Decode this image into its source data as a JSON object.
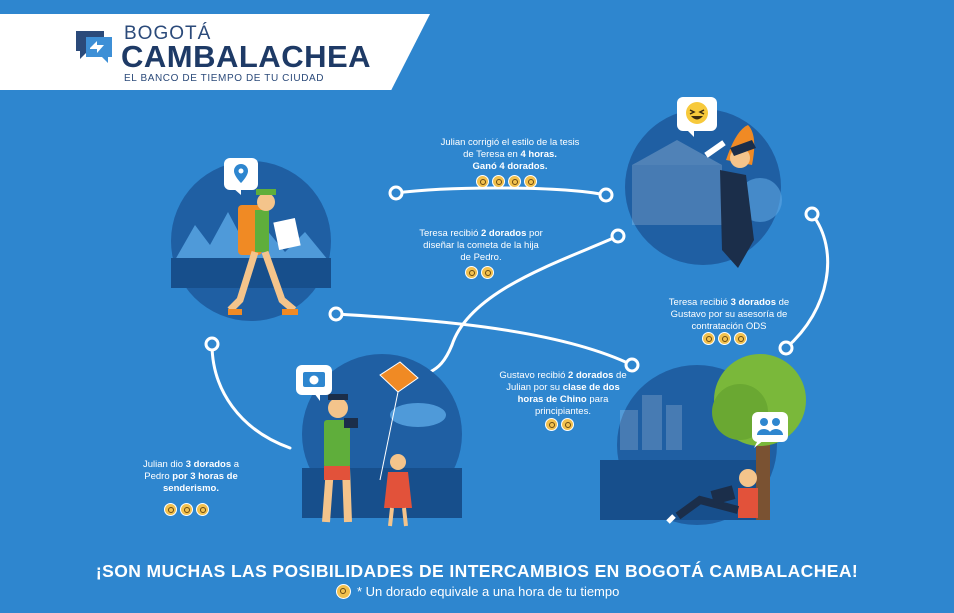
{
  "header": {
    "top": "BOGOTÁ",
    "main": "CAMBALACHEA",
    "sub": "EL BANCO DE TIEMPO DE TU CIUDAD"
  },
  "captions": {
    "c1": {
      "pre": "Julian corrigió el estilo de la tesis de Teresa en ",
      "bold1": "4 horas.",
      "bold2": "Ganó 4 dorados.",
      "coins": 4
    },
    "c2": {
      "pre": "Teresa recibió ",
      "bold1": "2 dorados",
      "post": " por diseñar la cometa de la hija de Pedro.",
      "coins": 2
    },
    "c3": {
      "pre": "Teresa recibió ",
      "bold1": "3 dorados",
      "post": " de Gustavo por su asesoría de contratación ODS",
      "coins": 3
    },
    "c4": {
      "pre": "Gustavo recibió ",
      "bold1": "2 dorados",
      "mid": " de Julian por su ",
      "bold2": "clase de dos horas de Chino",
      "post": " para principiantes.",
      "coins": 2
    },
    "c5": {
      "pre": "Julian dio ",
      "bold1": "3 dorados",
      "mid": " a Pedro ",
      "bold2": "por 3 horas de senderismo.",
      "coins": 3
    }
  },
  "headline": "¡SON MUCHAS LAS POSIBILIDADES DE INTERCAMBIOS EN BOGOTÁ CAMBALACHEA!",
  "footnote": "* Un dorado equivale a una hora de tu tiempo",
  "colors": {
    "background": "#2e86cf",
    "circle": "#1f5fa3",
    "coin": "#f2c14e",
    "banner": "#ffffff",
    "brand": "#1e3a66"
  }
}
